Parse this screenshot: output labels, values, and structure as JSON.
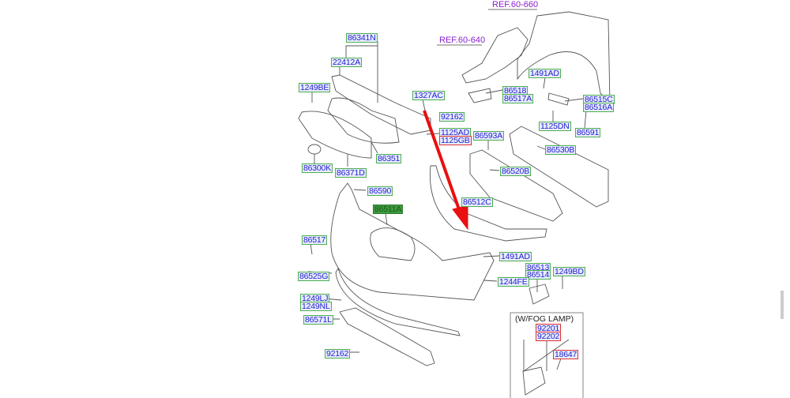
{
  "refs": {
    "ref_660": "REF.60-660",
    "ref_640": "REF.60-640"
  },
  "parts": {
    "p86341N": "86341N",
    "p22412A": "22412A",
    "p1249BE": "1249BE",
    "p1327AC": "1327AC",
    "p92162a": "92162",
    "p1125AD": "1125AD",
    "p1125GB": "1125GB",
    "p86593A": "86593A",
    "p86300K": "86300K",
    "p86371D": "86371D",
    "p86351": "86351",
    "p86518": "86518",
    "p86517A": "86517A",
    "p1491ADa": "1491AD",
    "p86515C": "86515C",
    "p86516A": "86516A",
    "p1125DN": "1125DN",
    "p86591": "86591",
    "p86530B": "86530B",
    "p86520B": "86520B",
    "p86512C": "86512C",
    "p86590": "86590",
    "p86511A": "86511A",
    "p86517": "86517",
    "p1491ADb": "1491AD",
    "p86525G": "86525G",
    "p86513": "86513",
    "p86514": "86514",
    "p1249BD": "1249BD",
    "p1244FE": "1244FE",
    "p1249LJ": "1249LJ",
    "p1249NL": "1249NL",
    "p86571L": "86571L",
    "p92162b": "92162",
    "p92201": "92201",
    "p92202": "92202",
    "p18647": "18647"
  },
  "fog_lamp_box": {
    "title": "(W/FOG LAMP)"
  },
  "colors": {
    "label_text": "#2222cc",
    "label_border": "#4caf50",
    "highlight_border": "#e03030",
    "selected_fill": "#3d9a3d",
    "ref_text": "#8a1fd0",
    "arrow": "#e81010"
  }
}
